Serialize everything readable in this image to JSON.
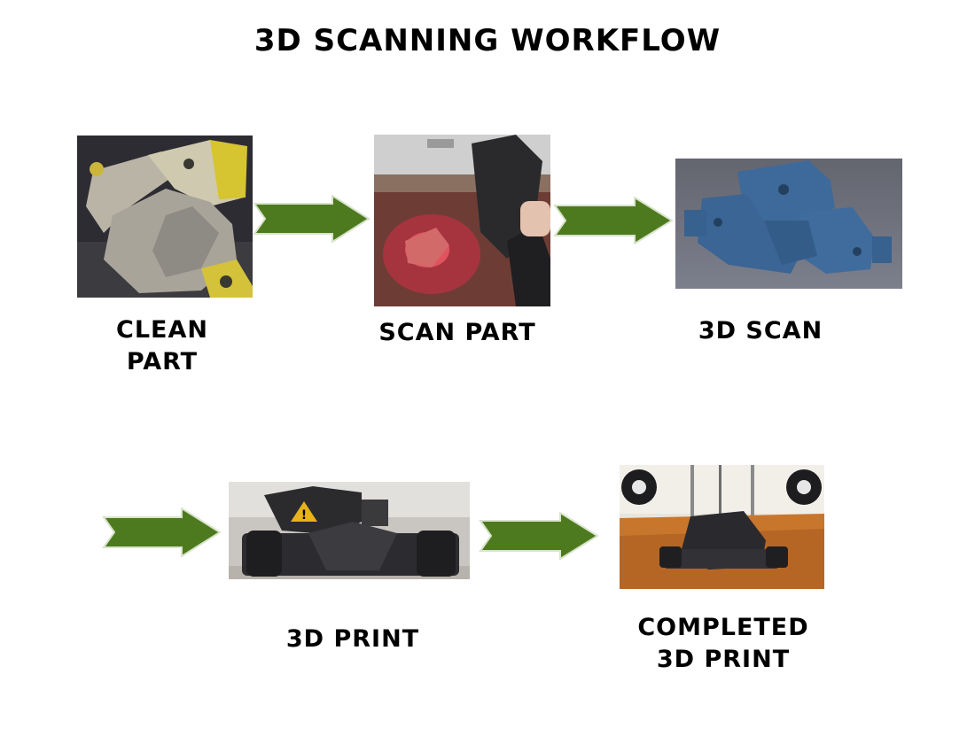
{
  "title": "3D SCANNING WORKFLOW",
  "steps": [
    {
      "label_lines": [
        "CLEAN",
        "PART"
      ]
    },
    {
      "label_lines": [
        "SCAN PART"
      ]
    },
    {
      "label_lines": [
        "3D SCAN"
      ]
    },
    {
      "label_lines": [
        "3D PRINT"
      ]
    },
    {
      "label_lines": [
        "COMPLETED",
        "3D PRINT"
      ]
    }
  ],
  "colors": {
    "arrow_fill": "#4e7a1f",
    "arrow_stroke": "#d9e3cc",
    "scan_blue": "#3d6a9a",
    "print_bed": "#c9762d"
  }
}
